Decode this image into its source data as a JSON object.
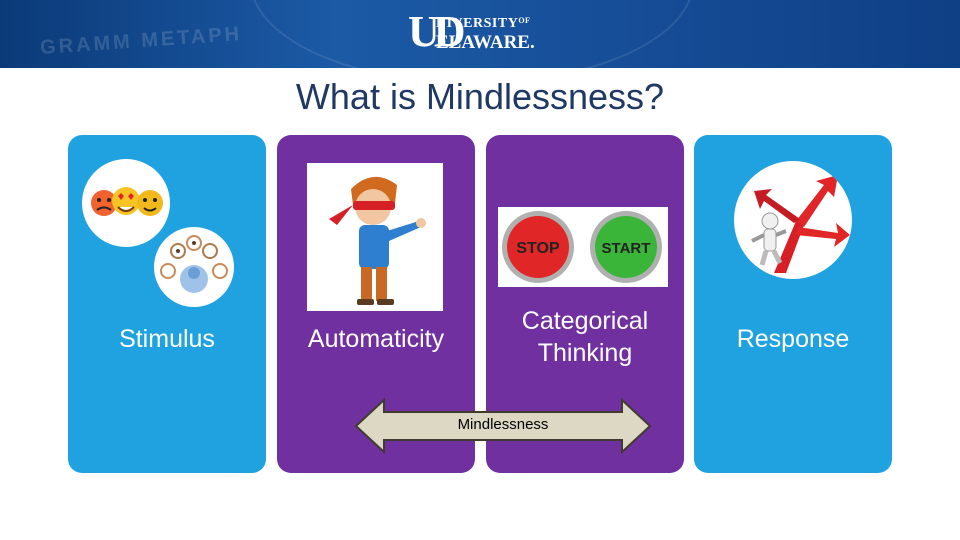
{
  "header": {
    "watermark_text": "GRAMM METAPH",
    "logo": {
      "mark": "UD",
      "line1_main": "NIVERSITY",
      "line1_small": "OF",
      "line2": "ELAWARE."
    }
  },
  "slide": {
    "title": "What is Mindlessness?",
    "cards": [
      {
        "label": "Stimulus"
      },
      {
        "label": "Automaticity"
      },
      {
        "label": "Categorical\nThinking",
        "label_line1": "Categorical",
        "label_line2": "Thinking"
      },
      {
        "label": "Response"
      }
    ],
    "stop_sign": "STOP",
    "start_sign": "START",
    "arrow_label": "Mindlessness"
  },
  "colors": {
    "header_blue": "#0b3a78",
    "card_blue": "#1fa2df",
    "card_purple": "#7030a0",
    "title_color": "#1f3864",
    "stop_red": "#e02626",
    "start_green": "#3ab53a"
  }
}
